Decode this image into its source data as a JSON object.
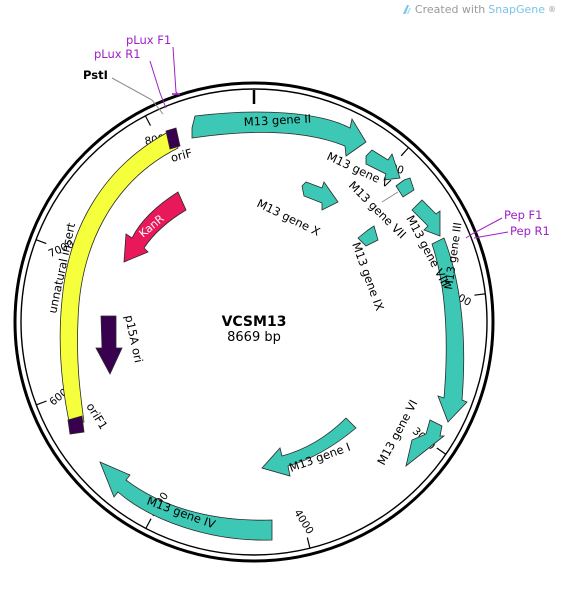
{
  "credit": {
    "prefix": "Created with ",
    "brand": "SnapGene",
    "mark": "®",
    "icon": "snapgene-logo-icon"
  },
  "plasmid": {
    "name": "VCSM13",
    "length_label": "8669 bp",
    "length": 8669
  },
  "ticks": [
    {
      "bp": 1000,
      "label": "1000"
    },
    {
      "bp": 2000,
      "label": "2000"
    },
    {
      "bp": 3000,
      "label": "3000"
    },
    {
      "bp": 4000,
      "label": "4000"
    },
    {
      "bp": 5000,
      "label": "5000"
    },
    {
      "bp": 6000,
      "label": "6000"
    },
    {
      "bp": 7000,
      "label": "7000"
    },
    {
      "bp": 8000,
      "label": "8000"
    }
  ],
  "features": [
    {
      "name": "M13 gene II",
      "kind": "cds",
      "color": "#3cc8b4"
    },
    {
      "name": "M13 gene V",
      "kind": "cds",
      "color": "#3cc8b4"
    },
    {
      "name": "M13 gene VII",
      "kind": "cds",
      "color": "#3cc8b4"
    },
    {
      "name": "M13 gene X",
      "kind": "cds",
      "color": "#3cc8b4"
    },
    {
      "name": "M13 gene IX",
      "kind": "cds",
      "color": "#3cc8b4"
    },
    {
      "name": "M13 gene VIII",
      "kind": "cds",
      "color": "#3cc8b4"
    },
    {
      "name": "M13 gene III",
      "kind": "cds",
      "color": "#3cc8b4"
    },
    {
      "name": "M13 gene VI",
      "kind": "cds",
      "color": "#3cc8b4"
    },
    {
      "name": "M13 gene I",
      "kind": "cds",
      "color": "#3cc8b4"
    },
    {
      "name": "M13 gene IV",
      "kind": "cds",
      "color": "#3cc8b4"
    },
    {
      "name": "unnatural insert",
      "kind": "misc",
      "color": "#f5ff3c"
    },
    {
      "name": "KanR",
      "kind": "cds",
      "color": "#e8185a"
    },
    {
      "name": "p15A ori",
      "kind": "origin",
      "color": "#3a0050"
    },
    {
      "name": "oriF",
      "kind": "origin",
      "color": "#3a0050"
    },
    {
      "name": "oriF1",
      "kind": "origin",
      "color": "#3a0050"
    }
  ],
  "sites": [
    {
      "name": "PstI"
    }
  ],
  "primers": [
    {
      "name": "pLux F1",
      "color": "#a020c8"
    },
    {
      "name": "pLux R1",
      "color": "#a020c8"
    },
    {
      "name": "Pep F1",
      "color": "#a020c8"
    },
    {
      "name": "Pep R1",
      "color": "#a020c8"
    }
  ]
}
